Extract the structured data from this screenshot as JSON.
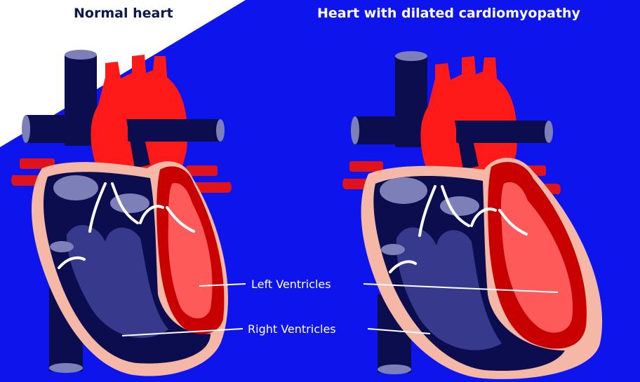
{
  "titles": {
    "normal": "Normal heart",
    "dilated": "Heart with dilated cardiomyopathy"
  },
  "labels": {
    "left_ventricles": "Left Ventricles",
    "right_ventricles": "Right Ventricles"
  },
  "colors": {
    "background": "#0d14ec",
    "corner": "#ffffff",
    "vessels_dark": "#0b0d4e",
    "vessel_caps": "#7c7fb8",
    "artery_red": "#ff1a1a",
    "muscle_pink": "#f5b8a6",
    "right_chamber": "#373a8c",
    "left_wall_red": "#c80000",
    "left_chamber": "#ff5a5a",
    "valves": "#ffffff"
  }
}
